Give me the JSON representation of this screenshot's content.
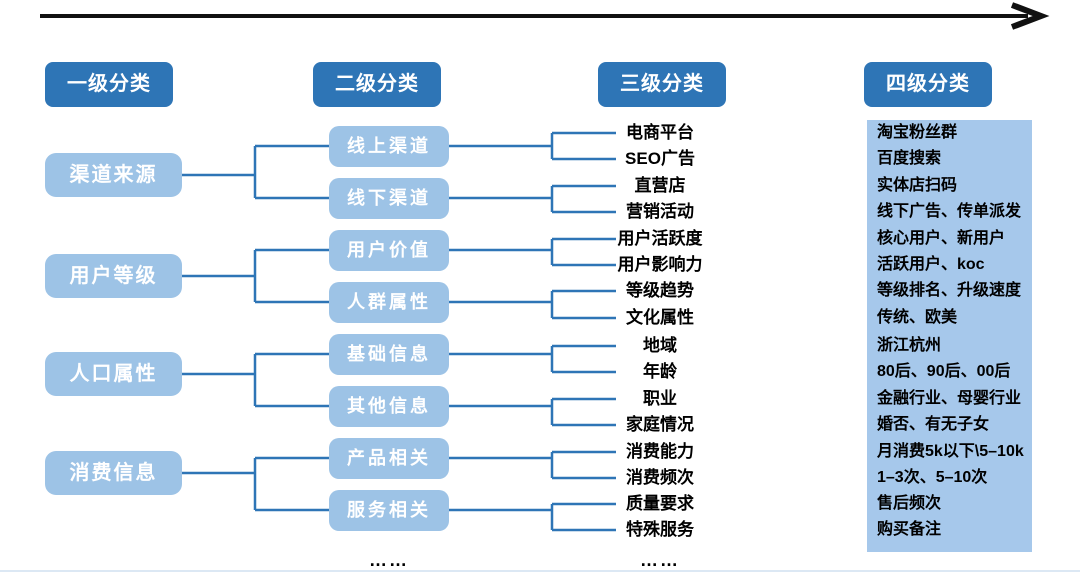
{
  "headers": [
    "一级分类",
    "二级分类",
    "三级分类",
    "四级分类"
  ],
  "level1": [
    "渠道来源",
    "用户等级",
    "人口属性",
    "消费信息"
  ],
  "level2": [
    "线上渠道",
    "线下渠道",
    "用户价值",
    "人群属性",
    "基础信息",
    "其他信息",
    "产品相关",
    "服务相关"
  ],
  "level3": [
    "电商平台",
    "SEO广告",
    "直营店",
    "营销活动",
    "用户活跃度",
    "用户影响力",
    "等级趋势",
    "文化属性",
    "地域",
    "年龄",
    "职业",
    "家庭情况",
    "消费能力",
    "消费频次",
    "质量要求",
    "特殊服务"
  ],
  "level4": [
    "淘宝粉丝群",
    "百度搜索",
    "实体店扫码",
    "线下广告、传单派发",
    "核心用户、新用户",
    "活跃用户、koc",
    "等级排名、升级速度",
    "传统、欧美",
    "浙江杭州",
    "80后、90后、00后",
    "金融行业、母婴行业",
    "婚否、有无子女",
    "月消费5k以下\\5–10k",
    "1–3次、5–10次",
    "售后频次",
    "购买备注"
  ],
  "ellipsis": {
    "level2": "……",
    "level3": "……"
  },
  "colors": {
    "header_bg": "#2E75B6",
    "node_bg": "#9DC3E6",
    "panel_bg": "#A6C8EB",
    "connector": "#2E75B6",
    "arrow": "#111111"
  }
}
